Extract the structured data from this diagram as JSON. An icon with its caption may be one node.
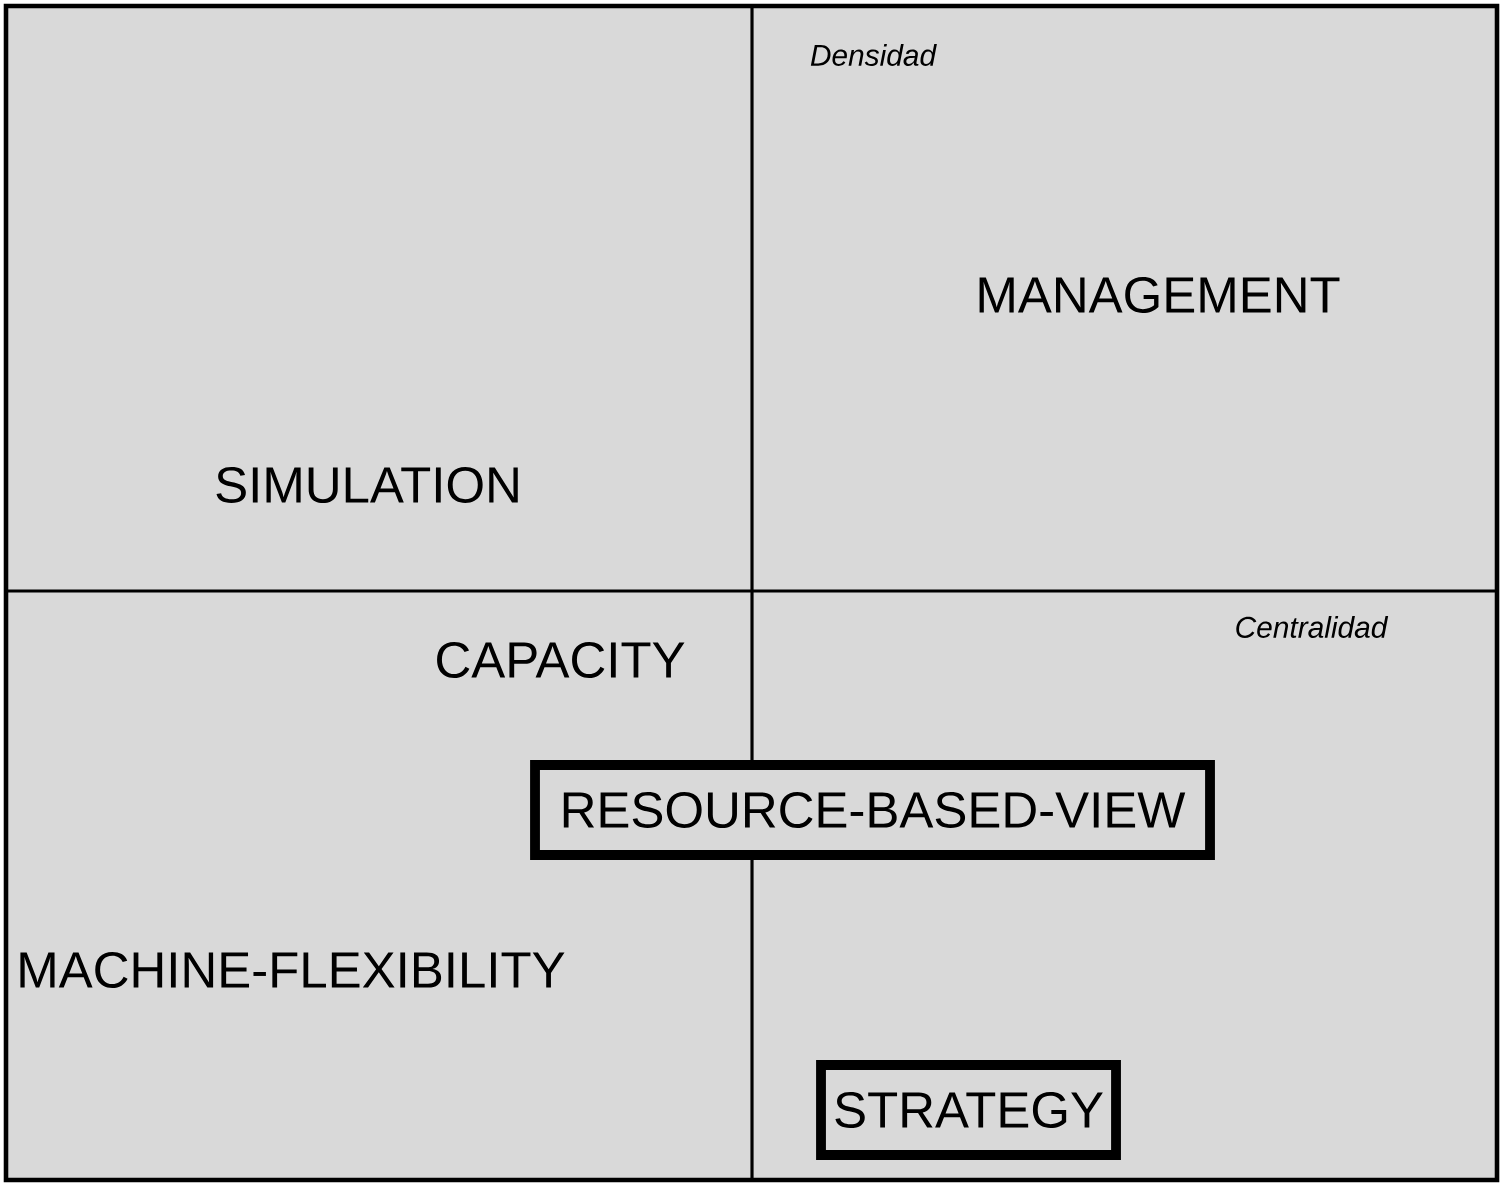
{
  "diagram": {
    "nodes": [
      {
        "text": [
          "RESOURCE-BASED-VIEW"
        ]
      },
      {
        "text": [
          "STRATEGY"
        ]
      }
    ],
    "labels": [
      "Densidad",
      "MANAGEMENT",
      "SIMULATION",
      "Centralidad",
      "CAPACITY",
      "MACHINE-FLEXIBILITY"
    ]
  }
}
